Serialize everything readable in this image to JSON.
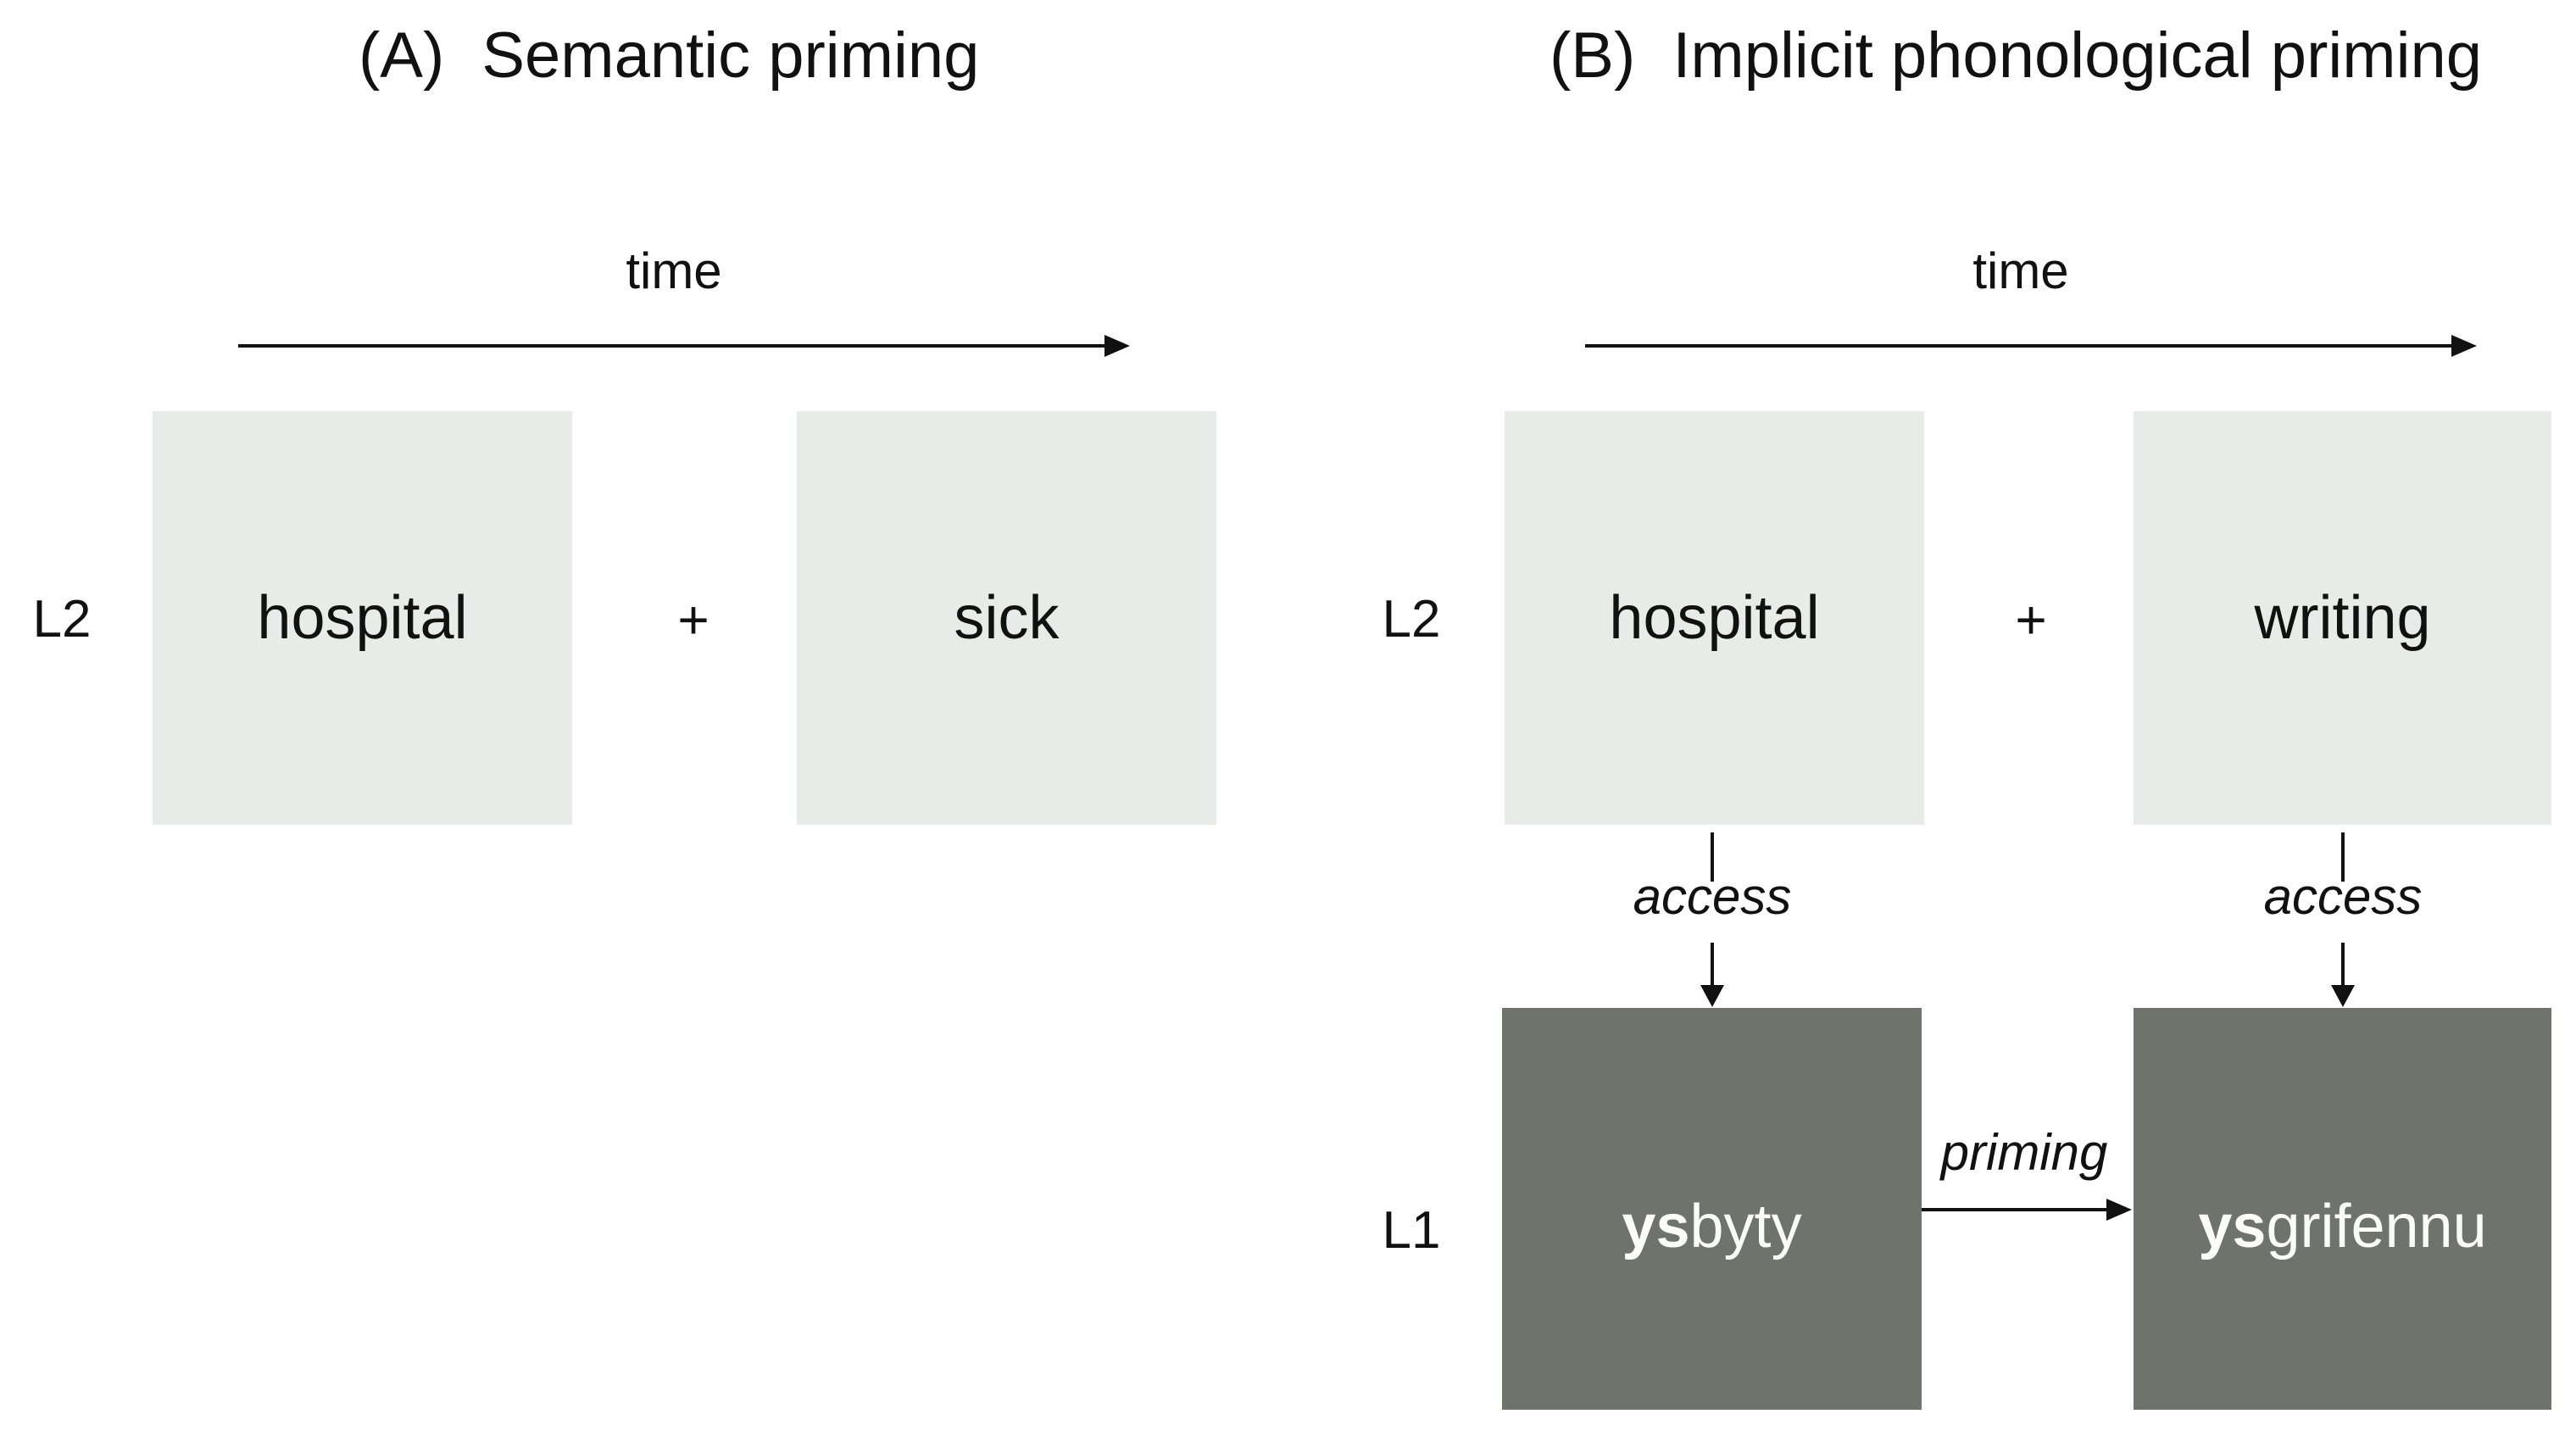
{
  "panels": {
    "a": {
      "label": "(A)",
      "title": "Semantic priming",
      "time_label": "time",
      "row_label_l2": "L2",
      "prime_word": "hospital",
      "fixation_cross": "+",
      "target_word": "sick"
    },
    "b": {
      "label": "(B)",
      "title": "Implicit phonological priming",
      "time_label": "time",
      "row_label_l2": "L2",
      "row_label_l1": "L1",
      "prime_word": "hospital",
      "fixation_cross": "+",
      "target_word": "writing",
      "access_label_left": "access",
      "access_label_right": "access",
      "priming_label": "priming",
      "l1_prime": {
        "prefix": "ys",
        "rest": "byty"
      },
      "l1_target": {
        "prefix": "ys",
        "rest": "grifennu"
      }
    }
  },
  "colors": {
    "l2_box_bg": "#e8ece8",
    "l1_box_bg": "#6e736c",
    "ink": "#111111",
    "l1_box_text": "#fbfbf8"
  }
}
